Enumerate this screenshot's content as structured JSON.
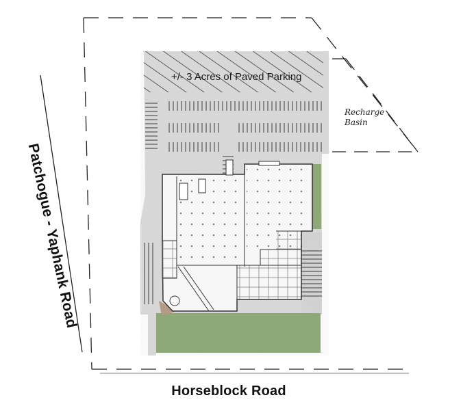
{
  "labels": {
    "parking": "+/- 3 Acres of Paved Parking",
    "recharge_basin_line1": "Recharge",
    "recharge_basin_line2": "Basin",
    "west_road": "Patchogue - Yaphank Road",
    "south_road": "Horseblock Road"
  },
  "colors": {
    "paving": "#dcdcdc",
    "parking_stripe": "#3a3a3a",
    "lawn": "#8fa878",
    "building_floor": "#f7f7f7",
    "building_outline": "#333333",
    "property_line": "#222222"
  },
  "icons": {
    "column_grid": "dot-grid-pattern",
    "property_boundary": "dashed-line"
  }
}
